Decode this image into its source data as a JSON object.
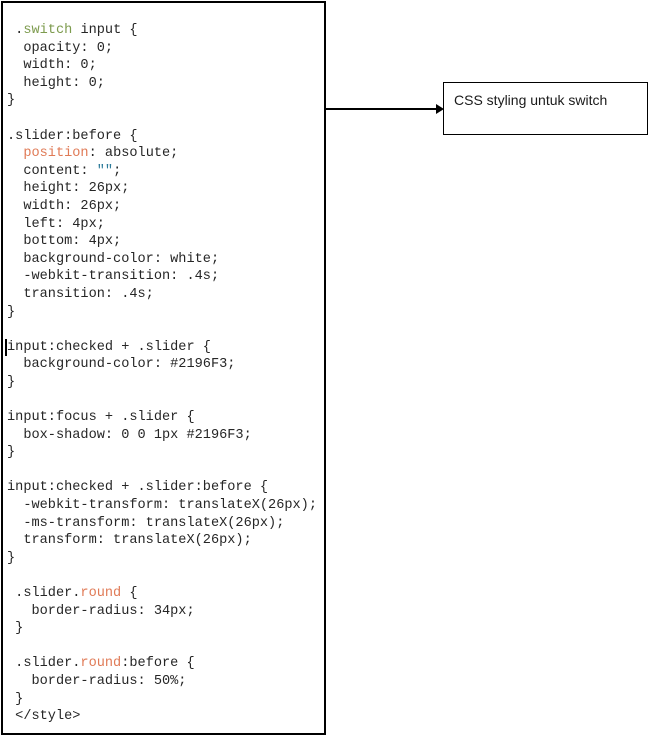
{
  "colors": {
    "selector_green": "#7d9b4e",
    "token_orange": "#e07a56",
    "string_teal": "#2b7a99",
    "code_text": "#262626",
    "line_black": "#000000"
  },
  "callout": {
    "label": "CSS styling untuk switch"
  },
  "code_box": {
    "caret_line_index": 18,
    "lines": [
      [
        {
          "t": " ."
        },
        {
          "t": "switch",
          "c": "g"
        },
        {
          "t": " input {"
        }
      ],
      [
        {
          "t": "  opacity: 0;"
        }
      ],
      [
        {
          "t": "  width: 0;"
        }
      ],
      [
        {
          "t": "  height: 0;"
        }
      ],
      [
        {
          "t": "}"
        }
      ],
      [],
      [
        {
          "t": ".slider:before {"
        }
      ],
      [
        {
          "t": "  "
        },
        {
          "t": "position",
          "c": "o"
        },
        {
          "t": ": absolute;"
        }
      ],
      [
        {
          "t": "  content: "
        },
        {
          "t": "\"\"",
          "c": "t"
        },
        {
          "t": ";"
        }
      ],
      [
        {
          "t": "  height: 26px;"
        }
      ],
      [
        {
          "t": "  width: 26px;"
        }
      ],
      [
        {
          "t": "  left: 4px;"
        }
      ],
      [
        {
          "t": "  bottom: 4px;"
        }
      ],
      [
        {
          "t": "  background-color: white;"
        }
      ],
      [
        {
          "t": "  -webkit-transition: .4s;"
        }
      ],
      [
        {
          "t": "  transition: .4s;"
        }
      ],
      [
        {
          "t": "}"
        }
      ],
      [],
      [
        {
          "t": "input:checked + .slider {"
        }
      ],
      [
        {
          "t": "  background-color: #2196F3;"
        }
      ],
      [
        {
          "t": "}"
        }
      ],
      [],
      [
        {
          "t": "input:focus + .slider {"
        }
      ],
      [
        {
          "t": "  box-shadow: 0 0 1px #2196F3;"
        }
      ],
      [
        {
          "t": "}"
        }
      ],
      [],
      [
        {
          "t": "input:checked + .slider:before {"
        }
      ],
      [
        {
          "t": "  -webkit-transform: translateX(26px);"
        }
      ],
      [
        {
          "t": "  -ms-transform: translateX(26px);"
        }
      ],
      [
        {
          "t": "  transform: translateX(26px);"
        }
      ],
      [
        {
          "t": "}"
        }
      ],
      [],
      [
        {
          "t": " .slider."
        },
        {
          "t": "round",
          "c": "o"
        },
        {
          "t": " {"
        }
      ],
      [
        {
          "t": "   border-radius: 34px;"
        }
      ],
      [
        {
          "t": " }"
        }
      ],
      [],
      [
        {
          "t": " .slider."
        },
        {
          "t": "round",
          "c": "o"
        },
        {
          "t": ":before {"
        }
      ],
      [
        {
          "t": "   border-radius: 50%;"
        }
      ],
      [
        {
          "t": " }"
        }
      ],
      [
        {
          "t": " </style>"
        }
      ]
    ]
  }
}
